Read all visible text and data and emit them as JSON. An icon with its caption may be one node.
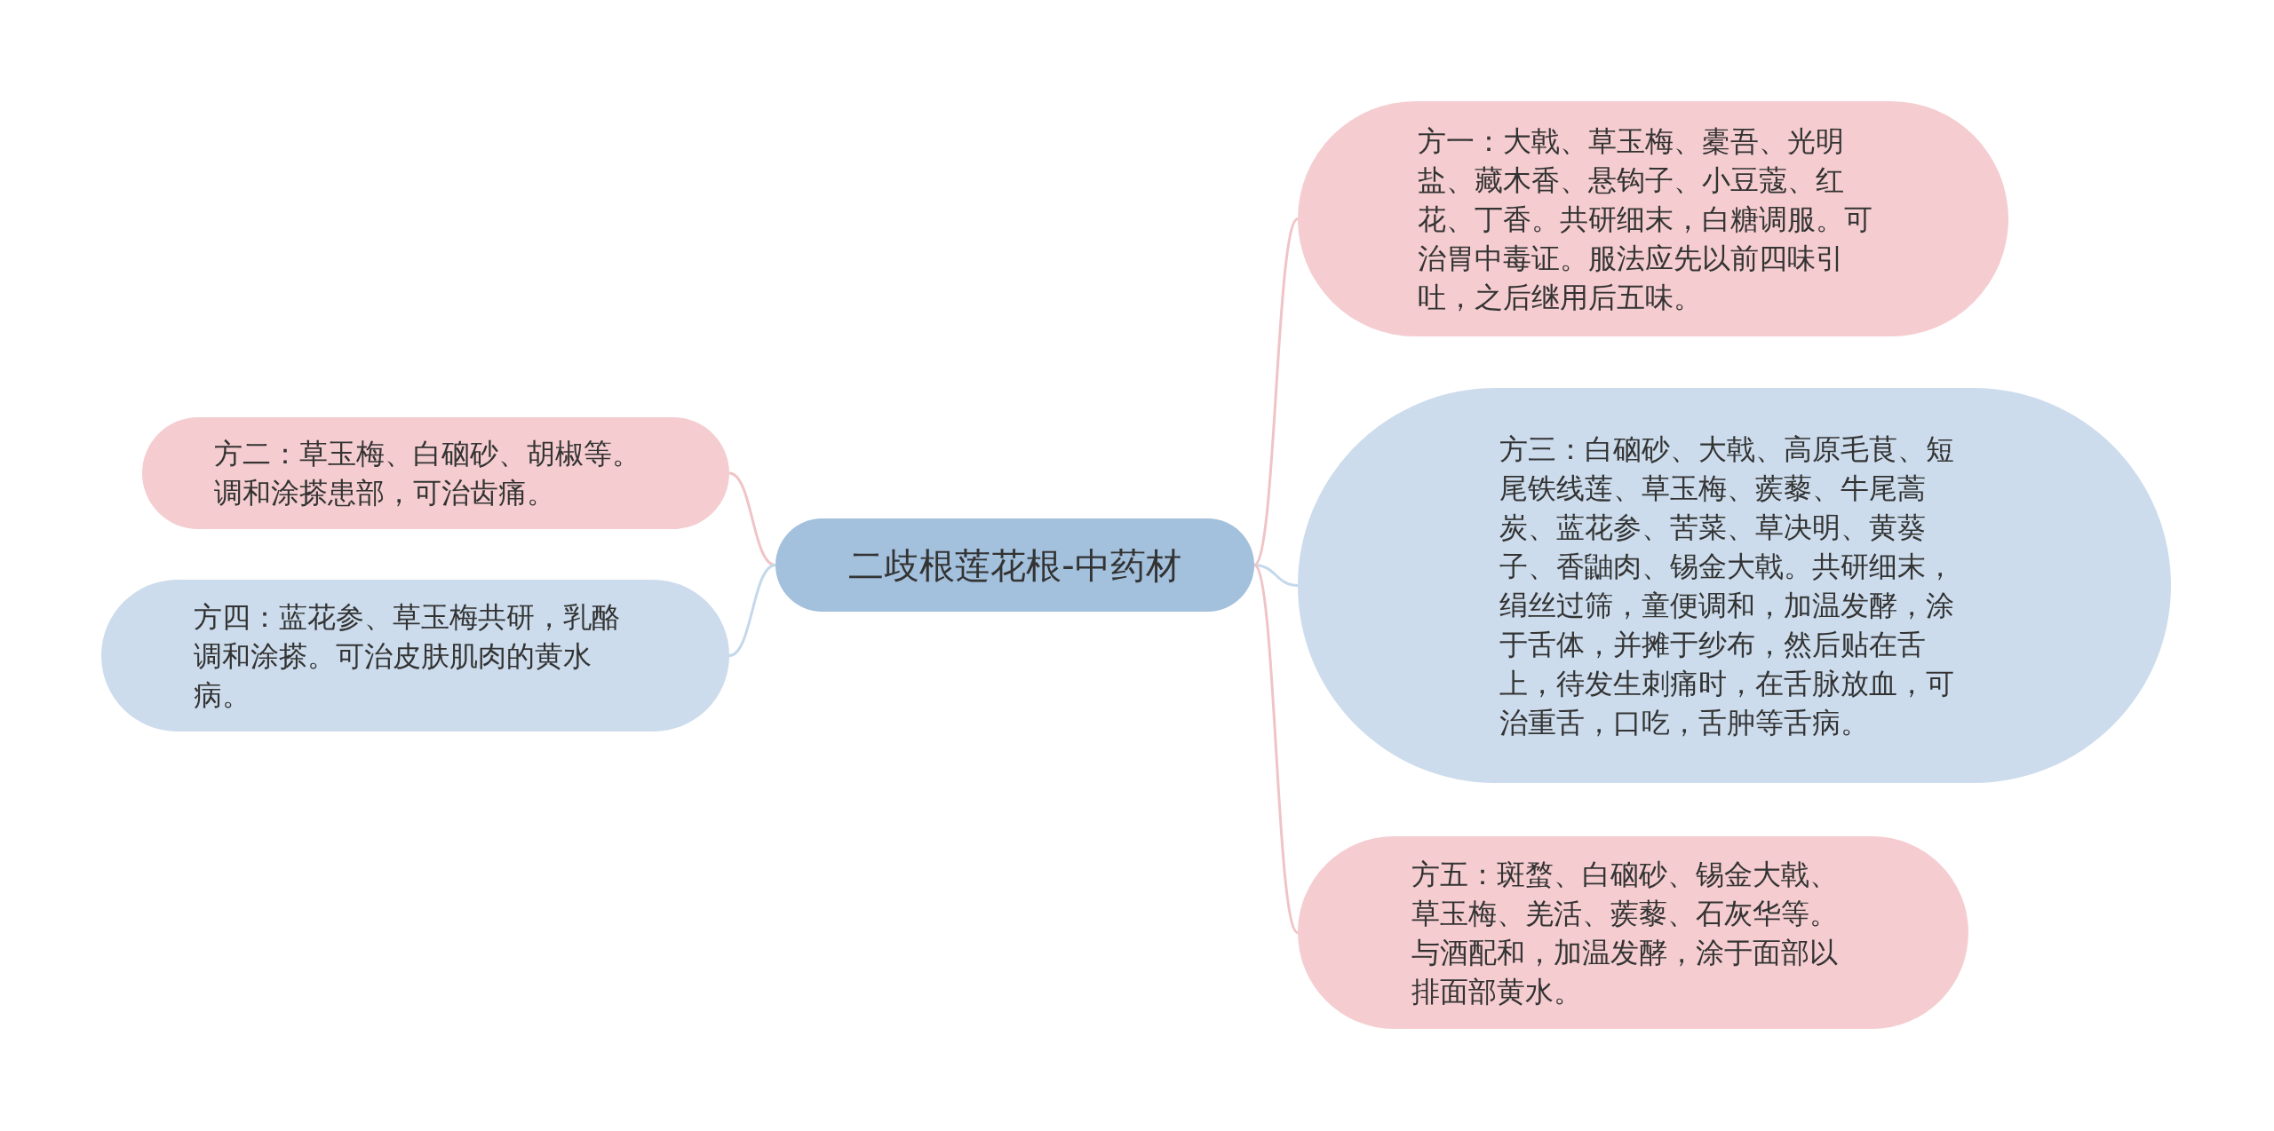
{
  "diagram": {
    "nodes": [
      {
        "text": [
          "二歧根莲花根-中药材"
        ]
      },
      {
        "text": [
          "方一：大戟、草玉梅、橐吾、光明盐、藏木香、悬钩子、小豆蔻、红花、丁香。共研细末，白糖调服。可治胃中毒证。服法应先以前四味引吐，之后继用后五味。"
        ]
      },
      {
        "text": [
          "方二：草玉梅、白硇砂、胡椒等。调和涂搽患部，可治齿痛。"
        ]
      },
      {
        "text": [
          "方三：白硇砂、大戟、高原毛茛、短尾铁线莲、草玉梅、蒺藜、牛尾蒿炭、蓝花参、苦菜、草决明、黄葵子、香鼬肉、锡金大戟。共研细末，绢丝过筛，童便调和，加温发酵，涂于舌体，并摊于纱布，然后贴在舌上，待发生刺痛时，在舌脉放血，可治重舌，口吃，舌肿等舌病。"
        ]
      },
      {
        "text": [
          "方四：蓝花参、草玉梅共研，乳酪调和涂搽。可治皮肤肌肉的黄水病。"
        ]
      },
      {
        "text": [
          "方五：斑蝥、白硇砂、锡金大戟、草玉梅、羌活、蒺藜、石灰华等。与酒配和，加温发酵，涂于面部以排面部黄水。"
        ]
      }
    ],
    "edges": [
      {
        "from": 0,
        "to": 1,
        "arrow": "none"
      },
      {
        "from": 0,
        "to": 2,
        "arrow": "none"
      },
      {
        "from": 0,
        "to": 3,
        "arrow": "none",
        "color": "#c5d8ea"
      },
      {
        "from": 0,
        "to": 4,
        "arrow": "none",
        "color": "#c5d8ea"
      },
      {
        "from": 0,
        "to": 5,
        "arrow": "none"
      }
    ]
  }
}
